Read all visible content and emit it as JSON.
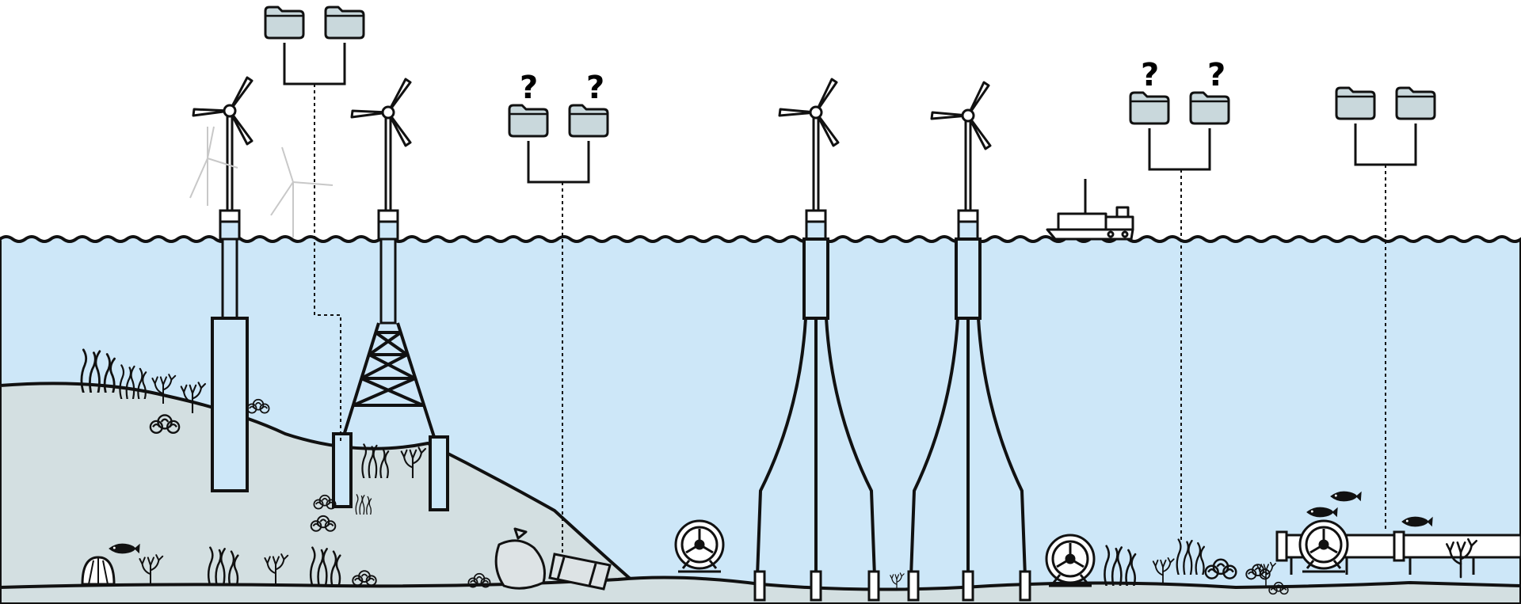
{
  "colors": {
    "sky": "#ffffff",
    "water": "#cde7f8",
    "seabed": "#d3dfe1",
    "outline": "#111111",
    "folder_fill": "#c9d8dc",
    "ghost_turbine": "#c8c8c8"
  },
  "folder_groups": [
    {
      "name": "folder-group-1",
      "unknown": false,
      "question_mark": ""
    },
    {
      "name": "folder-group-2",
      "unknown": true,
      "question_mark": "?"
    },
    {
      "name": "folder-group-3",
      "unknown": true,
      "question_mark": "?"
    },
    {
      "name": "folder-group-4",
      "unknown": false,
      "question_mark": ""
    }
  ],
  "turbines": [
    {
      "name": "monopile-turbine",
      "foundation": "monopile"
    },
    {
      "name": "jacket-turbine",
      "foundation": "jacket"
    },
    {
      "name": "tripod-turbine-1",
      "foundation": "tripod-legs"
    },
    {
      "name": "tripod-turbine-2",
      "foundation": "tripod-legs"
    }
  ],
  "icons": [
    "folder-icon",
    "wind-turbine-icon",
    "ship-icon",
    "fish-icon",
    "seaweed-icon",
    "coral-icon",
    "shell-icon",
    "garbage-bag-icon",
    "barrel-icon",
    "pipeline-icon",
    "tidal-turbine-icon"
  ]
}
